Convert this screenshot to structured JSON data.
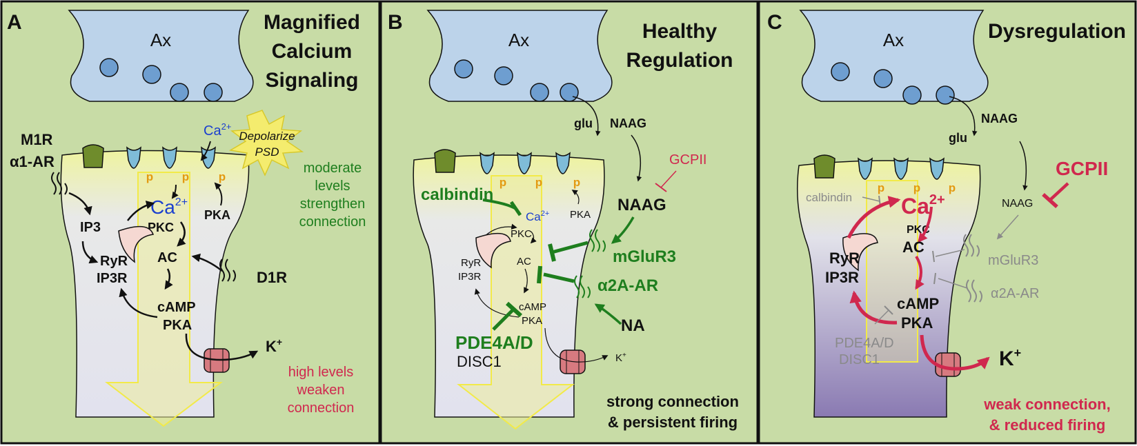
{
  "colors": {
    "panel_bg": "#c8dca6",
    "panel_border": "#111111",
    "axon_fill": "#bcd3ea",
    "vesicle_fill": "#6e9ed0",
    "spine_yellow": "#eef3a0",
    "spine_gray": "#e2e2ee",
    "spine_purple": "#8a7ab2",
    "receptor_blue": "#7fbcd8",
    "receptor_green": "#6f8c2c",
    "channel_pink": "#d77a80",
    "er_pink": "#f5d8d2",
    "green_text": "#1e7e1e",
    "red_text": "#d0284e",
    "blue_text": "#1a3fcf",
    "orange_p": "#e39a12",
    "gray_text": "#8a8a8a",
    "burst_yellow": "#f4ec6e"
  },
  "panels": [
    {
      "letter": "A",
      "title": [
        "Magnified",
        "Calcium",
        "Signaling"
      ],
      "labels": {
        "ax": "Ax",
        "ca_small": "Ca",
        "ca_small_sup": "2+",
        "depolarize": "Depolarize",
        "psd": "PSD",
        "m1r": "M1R",
        "a1ar": "α1-AR",
        "ip3": "IP3",
        "ca_main": "Ca",
        "ca_main_sup": "2+",
        "pkc": "PKC",
        "pka_top": "PKA",
        "ryr": "RyR",
        "ip3r": "IP3R",
        "ac": "AC",
        "d1r": "D1R",
        "camp": "cAMP",
        "pka": "PKA",
        "k": "K",
        "k_sup": "+",
        "p": "p",
        "moderate": [
          "moderate",
          "levels",
          "strengthen",
          "connection"
        ],
        "high": [
          "high levels",
          "weaken",
          "connection"
        ]
      }
    },
    {
      "letter": "B",
      "title": [
        "Healthy",
        "Regulation"
      ],
      "labels": {
        "ax": "Ax",
        "glu": "glu",
        "naag_small": "NAAG",
        "gcpii": "GCPII",
        "naag": "NAAG",
        "calbindin": "calbindin",
        "ca": "Ca",
        "ca_sup": "2+",
        "pka_top": "PKA",
        "pkc": "PKC",
        "ryr": "RyR",
        "ip3r": "IP3R",
        "ac": "AC",
        "mglur3": "mGluR3",
        "a2aar": "α2A-AR",
        "camp": "cAMP",
        "pka": "PKA",
        "na": "NA",
        "pde": "PDE4A/D",
        "disc1": "DISC1",
        "k": "K",
        "k_sup": "+",
        "p": "p",
        "bottom": [
          "strong connection",
          "& persistent firing"
        ]
      }
    },
    {
      "letter": "C",
      "title": [
        "Dysregulation"
      ],
      "labels": {
        "ax": "Ax",
        "naag_small": "NAAG",
        "glu": "glu",
        "gcpii": "GCPII",
        "naag": "NAAG",
        "calbindin": "calbindin",
        "ca": "Ca",
        "ca_sup": "2+",
        "pkc": "PKC",
        "ac": "AC",
        "ryr": "RyR",
        "ip3r": "IP3R",
        "mglur3": "mGluR3",
        "camp": "cAMP",
        "a2aar": "α2A-AR",
        "pka": "PKA",
        "pde": "PDE4A/D",
        "disc1": "DISC1",
        "k": "K",
        "k_sup": "+",
        "p": "p",
        "bottom": [
          "weak connection,",
          "& reduced firing"
        ]
      }
    }
  ]
}
